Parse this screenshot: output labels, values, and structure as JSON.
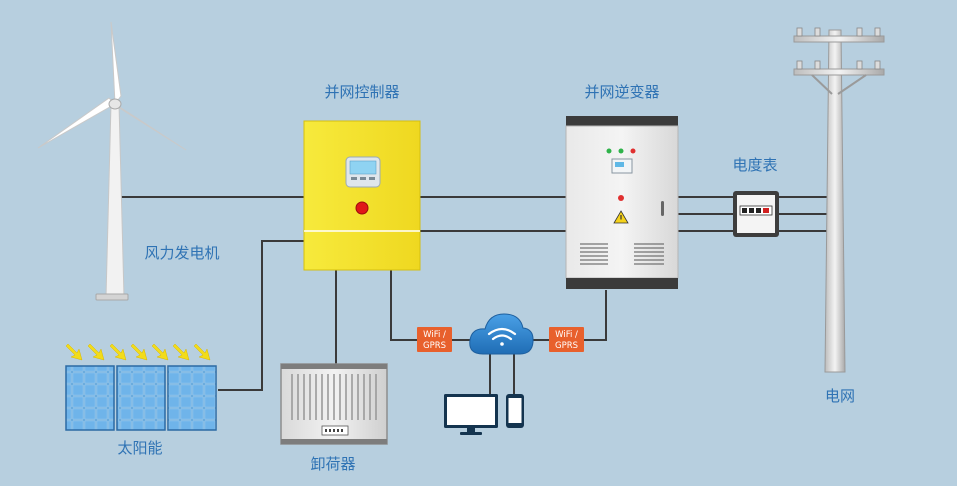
{
  "labels": {
    "grid_controller": "并网控制器",
    "grid_inverter": "并网逆变器",
    "meter": "电度表",
    "wind_turbine": "风力发电机",
    "solar": "太阳能",
    "dump_load": "卸荷器",
    "grid": "电网"
  },
  "tags": {
    "left_line1": "WiFi /",
    "left_line2": "GPRS",
    "right_line1": "WiFi /",
    "right_line2": "GPRS"
  },
  "colors": {
    "background": "#b7cfdf",
    "label": "#2f73b4",
    "controller": "#f5e330",
    "tag": "#e8602c",
    "cloud": "#2f80c8",
    "wire": "#3a3a3a"
  },
  "icons": [
    "wind-turbine-icon",
    "solar-panel-icon",
    "sun-ray-icon",
    "wifi-icon",
    "cloud-icon",
    "monitor-icon",
    "phone-icon",
    "utility-pole-icon",
    "warning-icon"
  ]
}
